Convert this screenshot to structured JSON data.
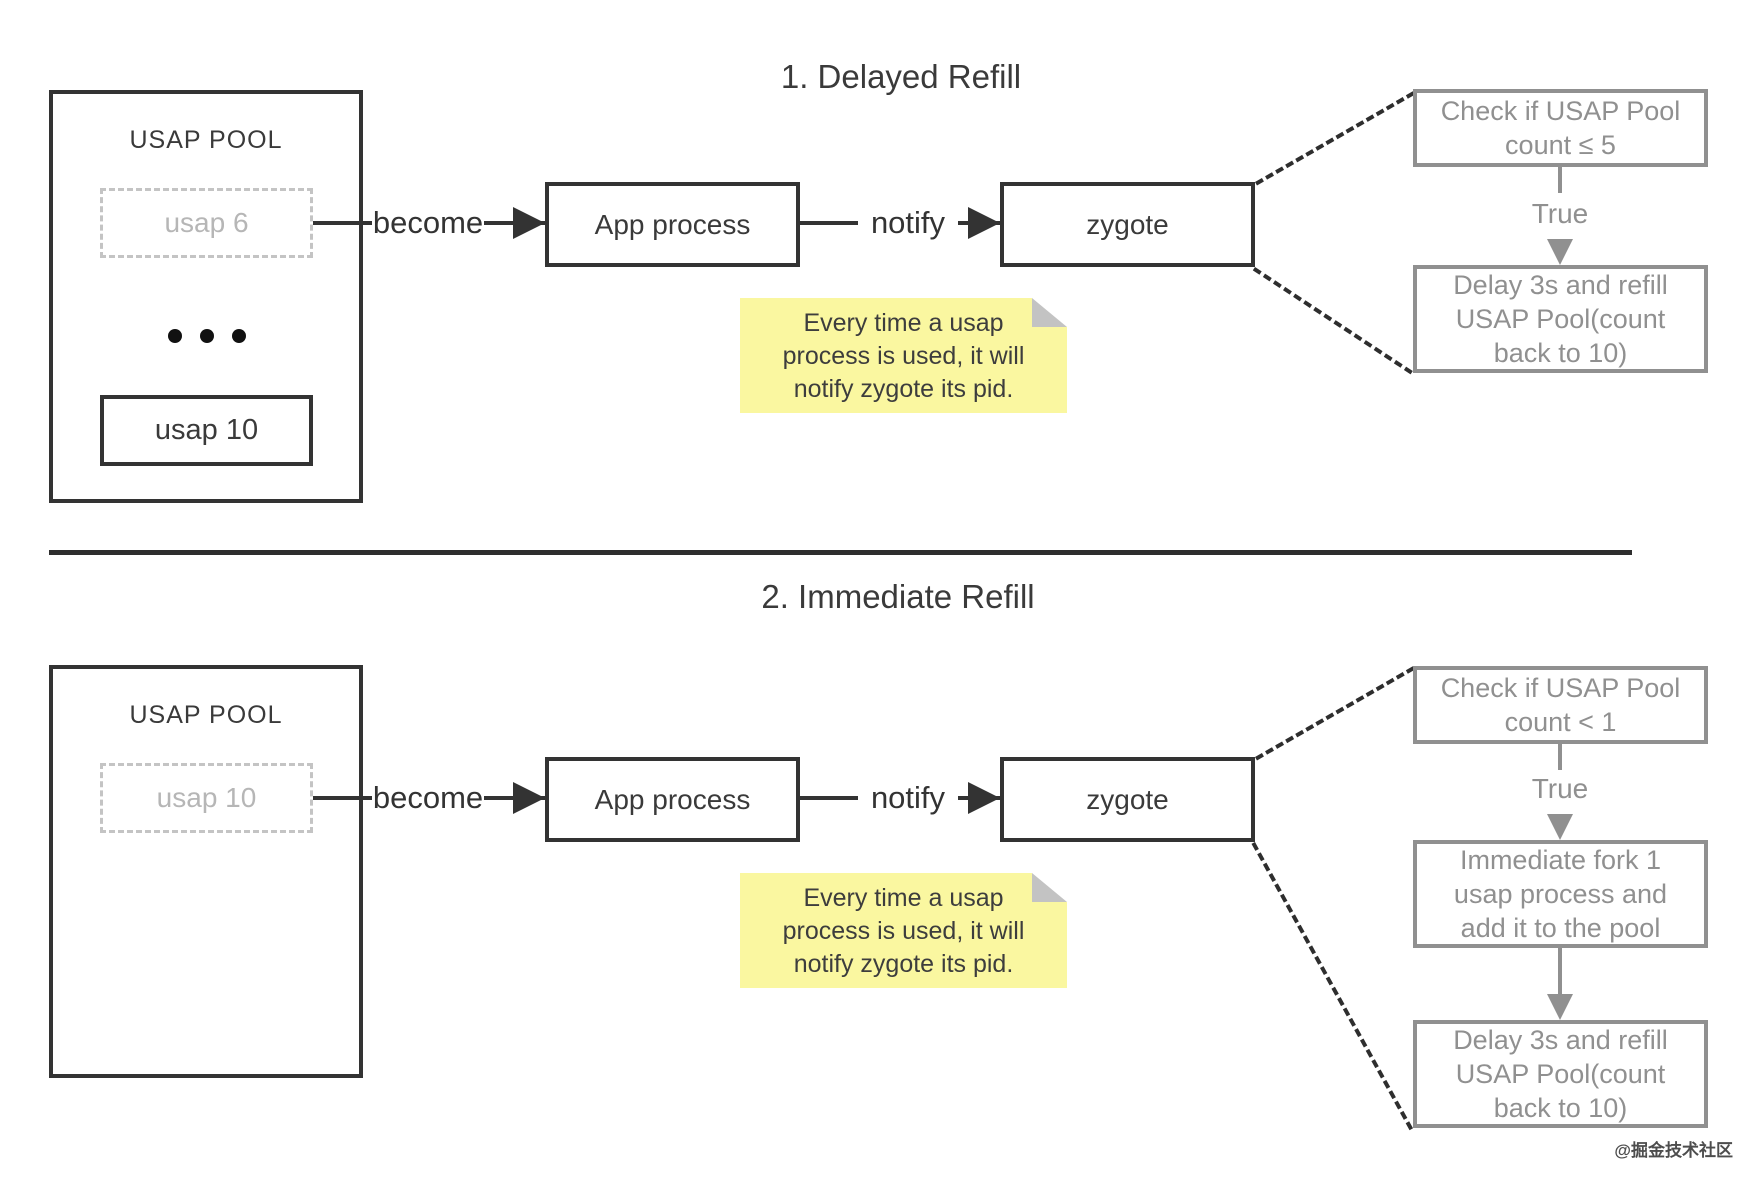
{
  "watermark": "@掘金技术社区",
  "colors": {
    "note_yellow": "#FAF7A0",
    "note_fold_gray": "#C3C3C3",
    "dark_border": "#333333",
    "gray_border": "#909090",
    "dashed_slot_gray": "#C4C4C4",
    "divider_black": "#2E2E2E"
  },
  "sections": [
    {
      "title": "1. Delayed Refill",
      "pool": {
        "title": "USAP POOL",
        "used_slot": "usap 6",
        "last_slot": "usap 10"
      },
      "arrows": {
        "become": "become",
        "notify": "notify"
      },
      "boxes": {
        "app": "App process",
        "zygote": "zygote"
      },
      "note": {
        "line1": "Every time a usap",
        "line2": "process is used, it will",
        "line3": "notify zygote its pid."
      },
      "flow": {
        "check_line1": "Check if USAP Pool",
        "check_line2": "count ≤ 5",
        "true_label": "True",
        "steps": [
          {
            "line1": "Delay 3s and refill",
            "line2": "USAP Pool(count",
            "line3": "back to 10)"
          }
        ]
      }
    },
    {
      "title": "2. Immediate Refill",
      "pool": {
        "title": "USAP POOL",
        "used_slot": "usap 10",
        "last_slot": ""
      },
      "arrows": {
        "become": "become",
        "notify": "notify"
      },
      "boxes": {
        "app": "App process",
        "zygote": "zygote"
      },
      "note": {
        "line1": "Every time a usap",
        "line2": "process is used, it will",
        "line3": "notify zygote its pid."
      },
      "flow": {
        "check_line1": "Check if USAP Pool",
        "check_line2": "count < 1",
        "true_label": "True",
        "steps": [
          {
            "line1": "Immediate fork 1",
            "line2": "usap process and",
            "line3": "add it to the pool"
          },
          {
            "line1": "Delay 3s and refill",
            "line2": "USAP Pool(count",
            "line3": "back to 10)"
          }
        ]
      }
    }
  ]
}
